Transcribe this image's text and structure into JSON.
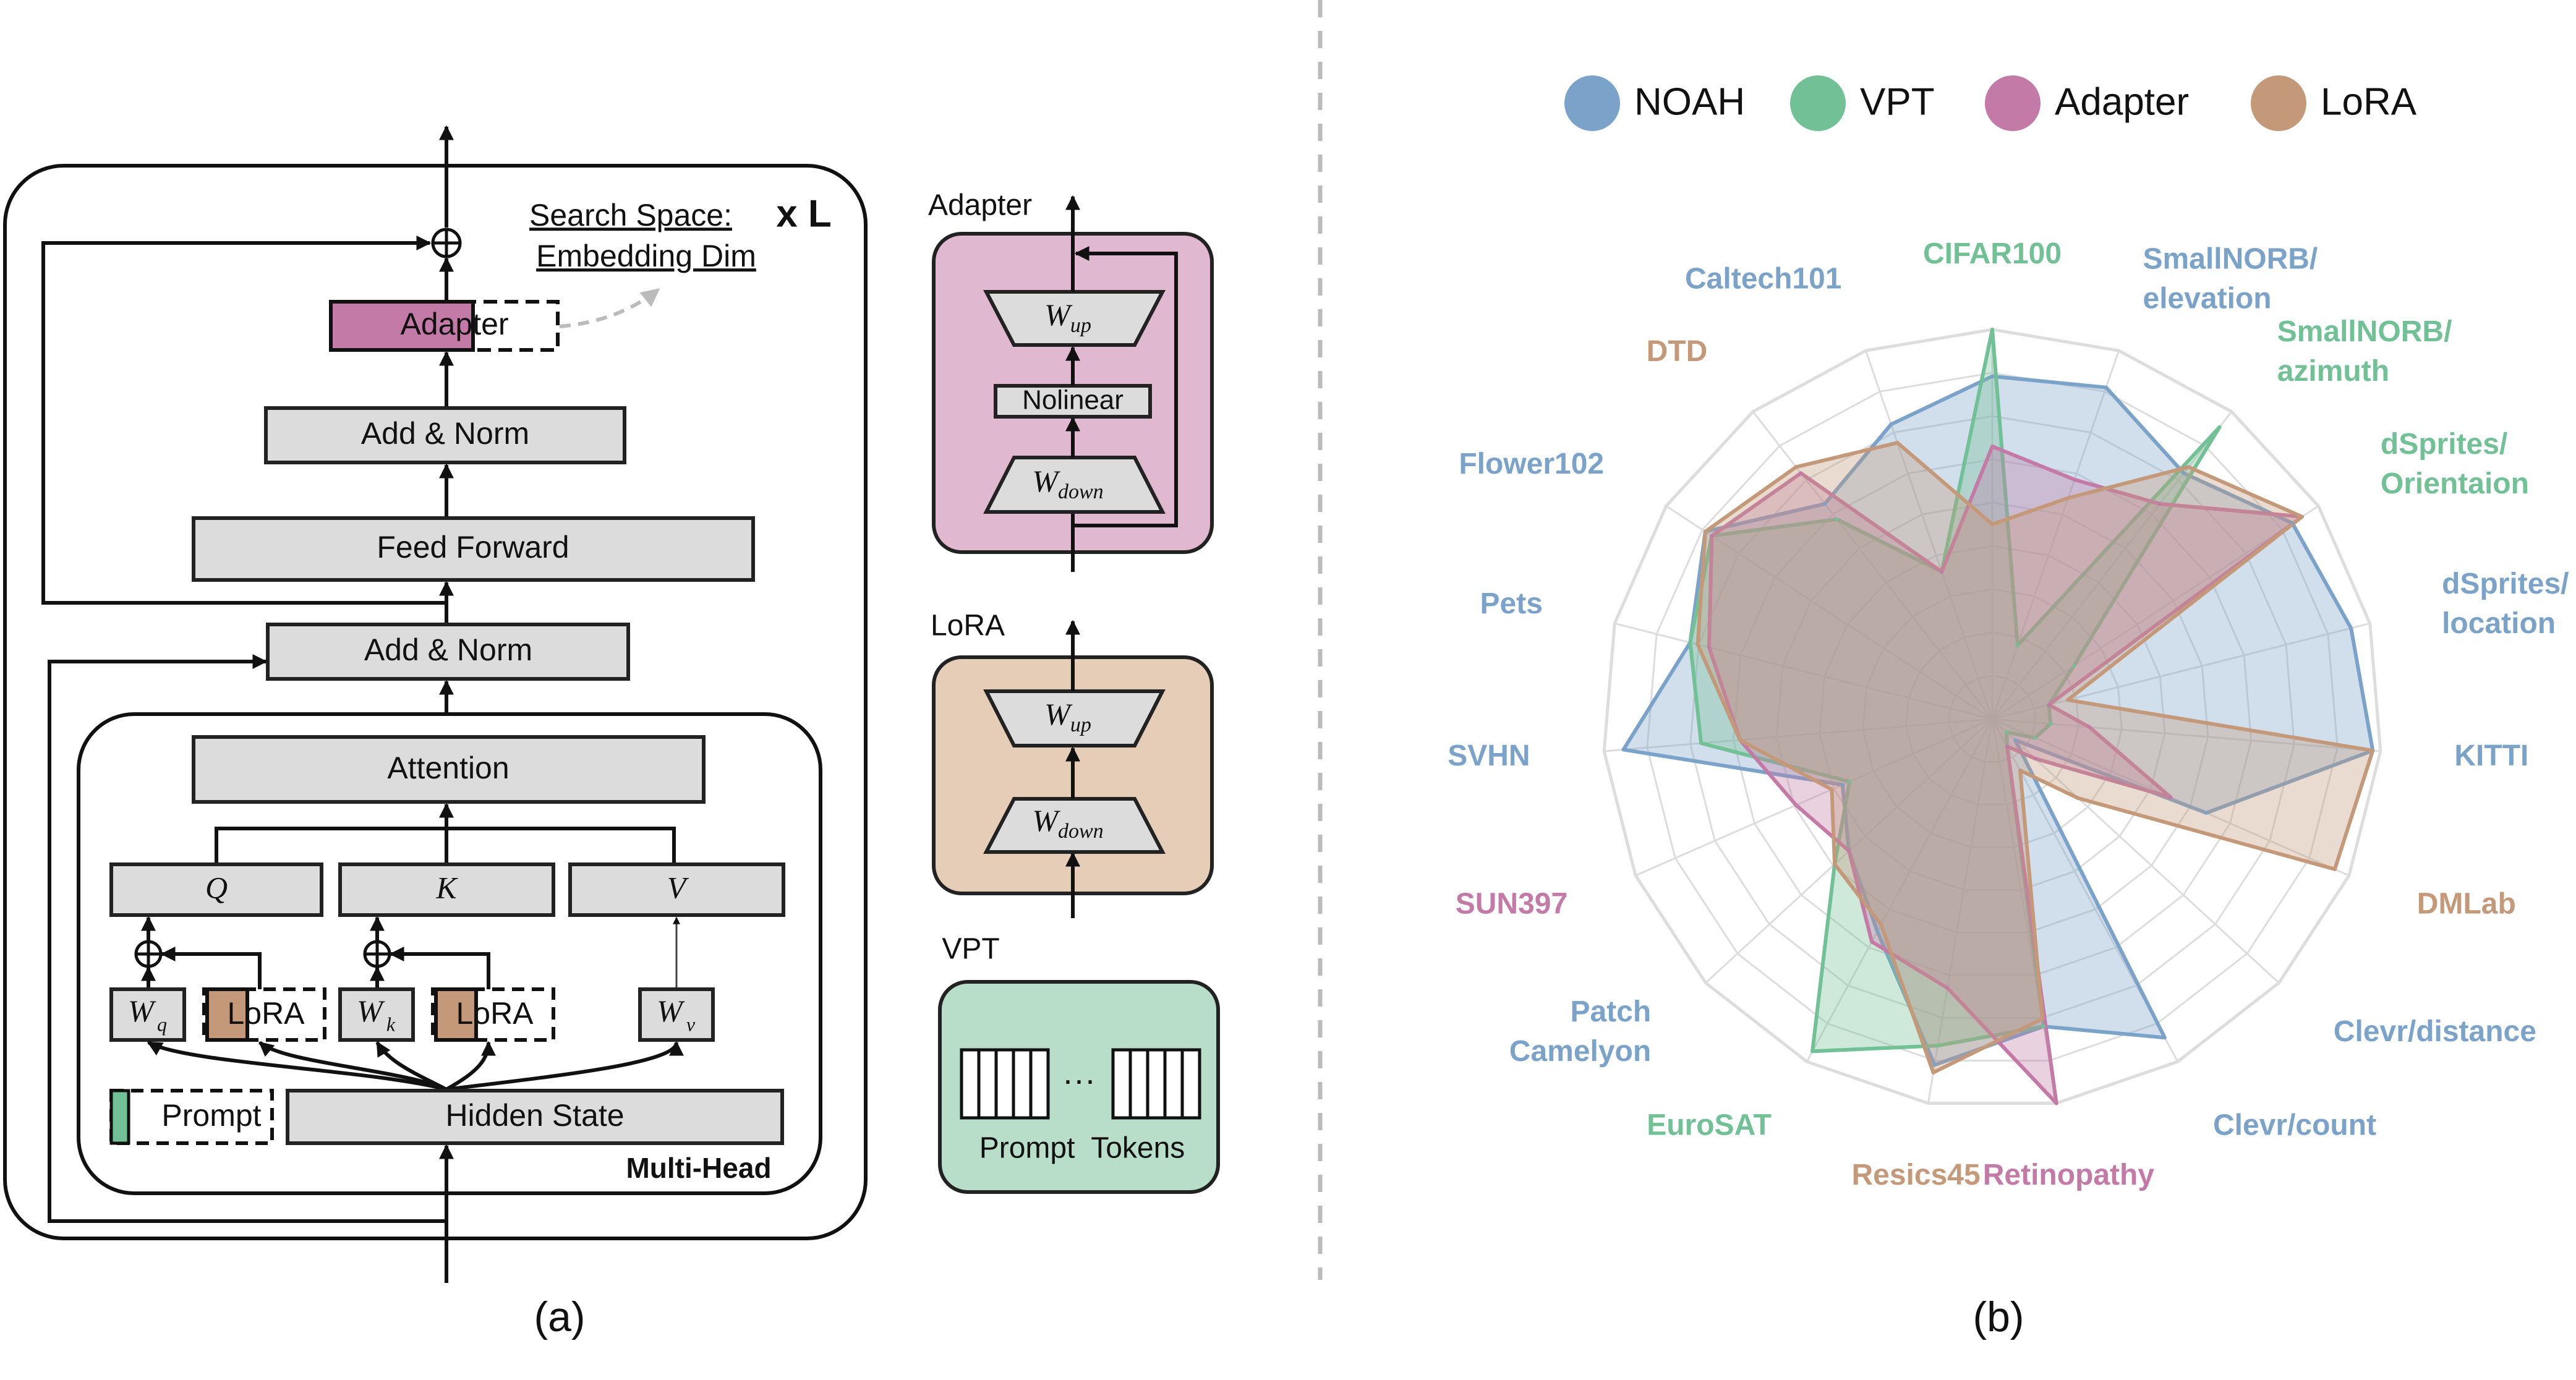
{
  "panel_a": {
    "caption": "(a)",
    "repeat": "x L",
    "search_space": "Search Space:",
    "embedding_dim": "Embedding Dim",
    "adapter_block": "Adapter",
    "add_norm_top": "Add & Norm",
    "feed_forward": "Feed Forward",
    "add_norm_bottom": "Add & Norm",
    "attention": "Attention",
    "q": "Q",
    "k": "K",
    "v": "V",
    "wq_base": "W",
    "wq_sub": "q",
    "wk_base": "W",
    "wk_sub": "k",
    "wv_base": "W",
    "wv_sub": "v",
    "lora_q": "LoRA",
    "lora_k": "LoRA",
    "prompt": "Prompt",
    "hidden_state": "Hidden State",
    "multi_head": "Multi-Head",
    "plus": "⊕"
  },
  "side": {
    "adapter_title": "Adapter",
    "w_up": "W",
    "w_up_sub": "up",
    "nonlinear": "Nolinear",
    "w_down": "W",
    "w_down_sub": "down",
    "lora_title": "LoRA",
    "lora_w_up": "W",
    "lora_w_up_sub": "up",
    "lora_w_down": "W",
    "lora_w_down_sub": "down",
    "vpt_title": "VPT",
    "prompt_tokens": "Prompt  Tokens",
    "dots": "···"
  },
  "panel_b": {
    "caption": "(b)",
    "legend": [
      {
        "name": "NOAH",
        "color": "#7ba3c9"
      },
      {
        "name": "VPT",
        "color": "#72c196"
      },
      {
        "name": "Adapter",
        "color": "#c47aa6"
      },
      {
        "name": "LoRA",
        "color": "#c4997a"
      }
    ]
  },
  "chart_data": {
    "type": "radar",
    "axis_max": 1.0,
    "grid_levels": 9,
    "axes": [
      {
        "label": "CIFAR100",
        "color": "#72c196"
      },
      {
        "label": "SmallNORB/ elevation",
        "color": "#7ba3c9"
      },
      {
        "label": "SmallNORB/ azimuth",
        "color": "#72c196"
      },
      {
        "label": "dSprites/ Orientaion",
        "color": "#72c196"
      },
      {
        "label": "dSprites/ location",
        "color": "#7ba3c9"
      },
      {
        "label": "KITTI",
        "color": "#7ba3c9"
      },
      {
        "label": "DMLab",
        "color": "#c4997a"
      },
      {
        "label": "Clevr/distance",
        "color": "#7ba3c9"
      },
      {
        "label": "Clevr/count",
        "color": "#7ba3c9"
      },
      {
        "label": "Retinopathy",
        "color": "#c47aa6"
      },
      {
        "label": "Resics45",
        "color": "#c4997a"
      },
      {
        "label": "EuroSAT",
        "color": "#72c196"
      },
      {
        "label": "Patch Camelyon",
        "color": "#7ba3c9"
      },
      {
        "label": "SUN397",
        "color": "#c47aa6"
      },
      {
        "label": "SVHN",
        "color": "#7ba3c9"
      },
      {
        "label": "Pets",
        "color": "#7ba3c9"
      },
      {
        "label": "Flower102",
        "color": "#7ba3c9"
      },
      {
        "label": "DTD",
        "color": "#c4997a"
      },
      {
        "label": "Caltech101",
        "color": "#7ba3c9"
      }
    ],
    "series": [
      {
        "name": "NOAH",
        "color": "#7ba3c9",
        "values": [
          0.88,
          0.9,
          0.8,
          0.92,
          0.95,
          0.98,
          0.6,
          0.08,
          0.93,
          0.8,
          0.9,
          0.62,
          0.5,
          0.42,
          0.95,
          0.8,
          0.88,
          0.7,
          0.8
        ]
      },
      {
        "name": "VPT",
        "color": "#72c196",
        "values": [
          1.0,
          0.2,
          0.95,
          0.25,
          0.15,
          0.15,
          0.12,
          0.05,
          0.08,
          0.8,
          0.85,
          0.97,
          0.55,
          0.4,
          0.75,
          0.8,
          0.86,
          0.65,
          0.4
        ]
      },
      {
        "name": "Adapter",
        "color": "#c47aa6",
        "values": [
          0.7,
          0.65,
          0.7,
          0.95,
          0.15,
          0.25,
          0.5,
          0.15,
          0.08,
          1.0,
          0.7,
          0.65,
          0.5,
          0.55,
          0.65,
          0.75,
          0.86,
          0.8,
          0.4
        ]
      },
      {
        "name": "LoRA",
        "color": "#c4997a",
        "values": [
          0.5,
          0.6,
          0.82,
          0.95,
          0.2,
          0.98,
          0.96,
          0.3,
          0.15,
          0.78,
          0.92,
          0.6,
          0.55,
          0.45,
          0.65,
          0.78,
          0.88,
          0.82,
          0.75
        ]
      }
    ]
  }
}
